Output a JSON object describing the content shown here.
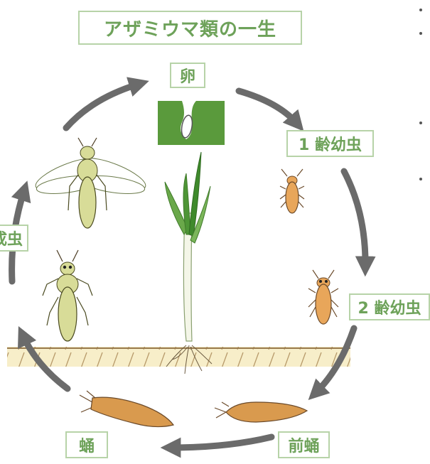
{
  "title": "アザミウマ類の一生",
  "stages": {
    "egg": "卵",
    "larva1": "1 齢幼虫",
    "larva2": "2 齢幼虫",
    "prepupa": "前蛹",
    "pupa": "蛹",
    "adult": "成虫"
  },
  "colors": {
    "label_text": "#6ea25a",
    "label_border": "#b7d3a8",
    "arrow": "#6b6b6b",
    "leaf": "#5a9a3c",
    "larva": "#e8a65a",
    "pupa": "#d99a4e",
    "adult": "#d8dc98",
    "soil": "#f7eec9"
  }
}
